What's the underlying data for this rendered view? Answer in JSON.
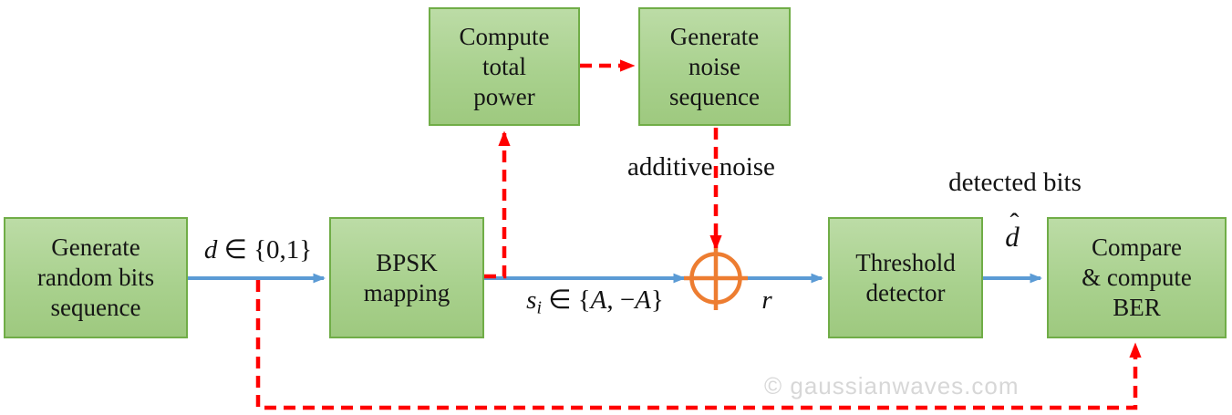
{
  "colors": {
    "box_fill_top": "#bcdca6",
    "box_fill_bottom": "#9ec97f",
    "box_border": "#70ad47",
    "arrow_blue": "#5b9bd5",
    "dashed_red": "#ff0000",
    "adder_orange": "#ed7d31",
    "text": "#151515",
    "watermark": "#d7d7d7",
    "background": "#ffffff"
  },
  "boxes": {
    "generate_bits": {
      "line1": "Generate",
      "line2": "random bits",
      "line3": "sequence"
    },
    "bpsk": {
      "line1": "BPSK",
      "line2": "mapping"
    },
    "compute_power": {
      "line1": "Compute",
      "line2": "total",
      "line3": "power"
    },
    "noise": {
      "line1": "Generate",
      "line2": "noise",
      "line3": "sequence"
    },
    "threshold": {
      "line1": "Threshold",
      "line2": "detector"
    },
    "compare": {
      "line1": "Compare",
      "line2": "& compute",
      "line3": "BER"
    }
  },
  "labels": {
    "d_in": {
      "var": "d",
      "set": " ∈ {0,1}"
    },
    "si": {
      "var": "s",
      "sub": "i",
      "mid": " ∈ {",
      "a1": "A",
      "comma": ", −",
      "a2": "A",
      "close": "}"
    },
    "r": "r",
    "d_hat": {
      "var": "d",
      "hat": "ˆ"
    },
    "additive_noise": "additive noise",
    "detected_bits": "detected bits",
    "watermark": "© gaussianwaves.com"
  }
}
